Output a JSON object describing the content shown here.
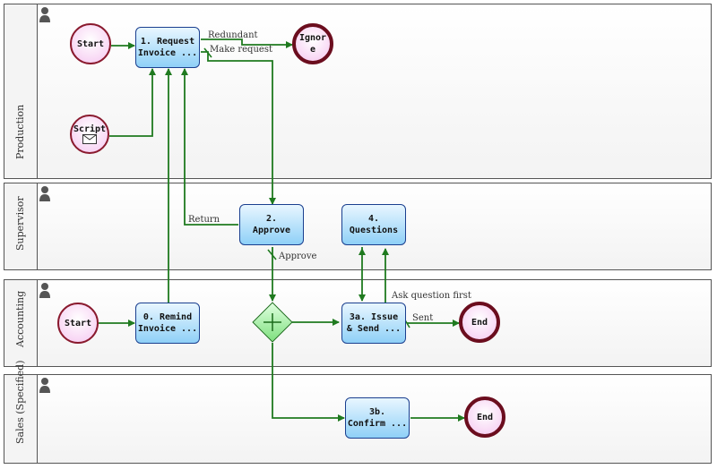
{
  "lanes": [
    {
      "id": "production",
      "label": "Production"
    },
    {
      "id": "supervisor",
      "label": "Supervisor"
    },
    {
      "id": "accounting",
      "label": "Accounting"
    },
    {
      "id": "sales",
      "label": "Sales (Specified)"
    }
  ],
  "nodes": {
    "start_production": "Start",
    "script": "Script",
    "request_invoice_1": "1. Request",
    "request_invoice_2": "Invoice ...",
    "ignore_1": "Ignor",
    "ignore_2": "e",
    "approve_1": "2.",
    "approve_2": "Approve",
    "questions_1": "4.",
    "questions_2": "Questions",
    "start_accounting": "Start",
    "remind_1": "0. Remind",
    "remind_2": "Invoice ...",
    "issue_1": "3a. Issue",
    "issue_2": "& Send ...",
    "end_accounting": "End",
    "confirm_1": "3b.",
    "confirm_2": "Confirm ...",
    "end_sales": "End"
  },
  "edge_labels": {
    "redundant": "Redundant",
    "make_request": "Make request",
    "return": "Return",
    "approve": "Approve",
    "ask_question_first": "Ask question first",
    "sent": "Sent"
  },
  "colors": {
    "edge": "#1f7a1f",
    "task_border": "#1a3f8f",
    "event_border": "#8a1a2e",
    "lane_border": "#555555"
  }
}
